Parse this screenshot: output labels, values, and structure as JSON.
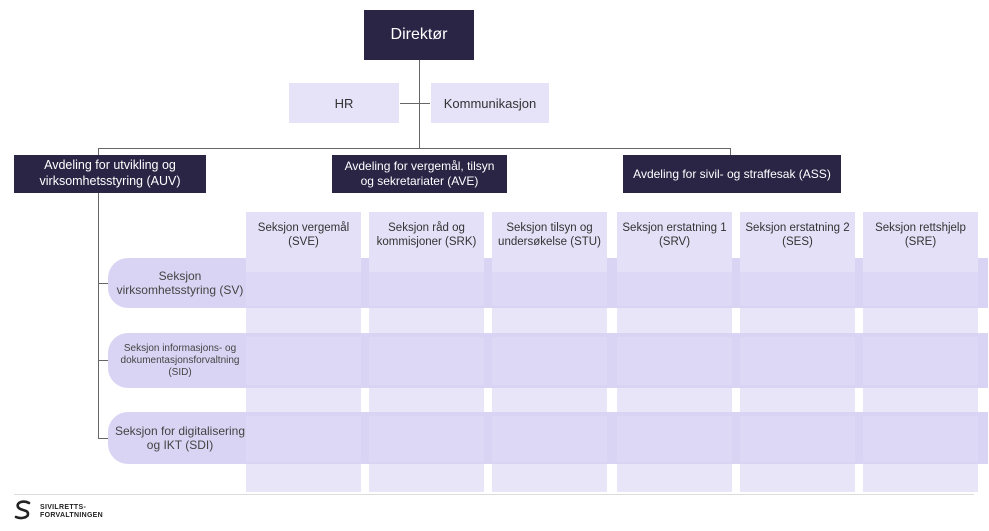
{
  "director": "Direktør",
  "staff": {
    "hr": "HR",
    "comms": "Kommunikasjon"
  },
  "departments": [
    {
      "label": "Avdeling for utvikling og virksomhetsstyring (AUV)"
    },
    {
      "label": "Avdeling for vergemål, tilsyn og sekretariater (AVE)"
    },
    {
      "label": "Avdeling for sivil- og straffesak (ASS)"
    }
  ],
  "columns": [
    {
      "label": "Seksjon vergemål (SVE)"
    },
    {
      "label": "Seksjon råd og kommisjoner (SRK)"
    },
    {
      "label": "Seksjon tilsyn og undersøkelse (STU)"
    },
    {
      "label": "Seksjon erstatning 1 (SRV)"
    },
    {
      "label": "Seksjon erstatning 2 (SES)"
    },
    {
      "label": "Seksjon rettshjelp (SRE)"
    }
  ],
  "rows": [
    {
      "label": "Seksjon virksomhetsstyring (SV)"
    },
    {
      "label": "Seksjon informasjons- og dokumentasjonsforvaltning (SID)"
    },
    {
      "label": "Seksjon for digitalisering og IKT (SDI)"
    }
  ],
  "logo": {
    "text": "SIVILRETTS-FORVALTNINGEN"
  },
  "colors": {
    "dark": "#2a2445",
    "light": "#e6e2f8",
    "band": "#d9d4f3"
  }
}
